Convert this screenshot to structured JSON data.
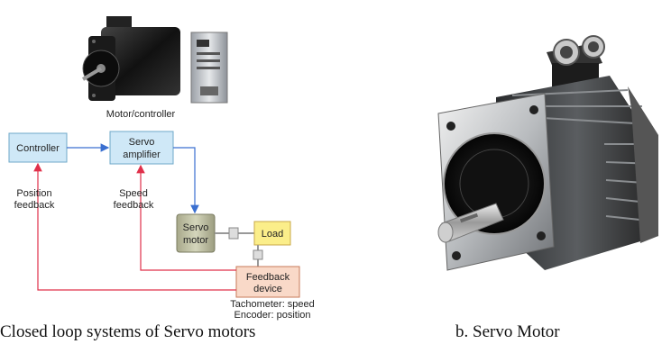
{
  "left_panel": {
    "photo_caption": "Motor/controller",
    "blocks": {
      "controller": "Controller",
      "servo_amplifier_line1": "Servo",
      "servo_amplifier_line2": "amplifier",
      "servo_motor_line1": "Servo",
      "servo_motor_line2": "motor",
      "load": "Load",
      "feedback_line1": "Feedback",
      "feedback_line2": "device"
    },
    "labels": {
      "position_feedback_line1": "Position",
      "position_feedback_line2": "feedback",
      "speed_feedback_line1": "Speed",
      "speed_feedback_line2": "feedback",
      "tachometer": "Tachometer: speed",
      "encoder": "Encoder: position"
    },
    "caption": "Closed loop systems of Servo motors"
  },
  "right_panel": {
    "caption": "b.  Servo Motor"
  },
  "colors": {
    "block_blue": "#cfe8f7",
    "block_blue_border": "#6fa8c8",
    "load_yellow": "#fbee8a",
    "feedback_pink": "#f9d9c8",
    "arrow_blue": "#3a6fd0",
    "arrow_red": "#e0304a"
  }
}
